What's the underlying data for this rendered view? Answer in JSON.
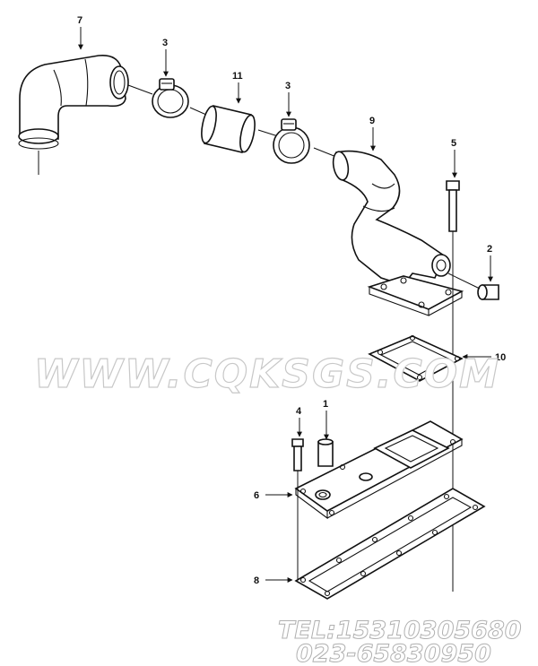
{
  "callouts": {
    "c7": "7",
    "c3a": "3",
    "c11": "11",
    "c3b": "3",
    "c9": "9",
    "c5": "5",
    "c2": "2",
    "c10": "10",
    "c4": "4",
    "c1": "1",
    "c6": "6",
    "c8": "8"
  },
  "watermark": {
    "site": "WWW.CQKSGS.COM",
    "tel": "TEL:15310305680",
    "phone": "023-65830950"
  },
  "colors": {
    "line": "#111111",
    "watermark": "#d0d0d0"
  }
}
